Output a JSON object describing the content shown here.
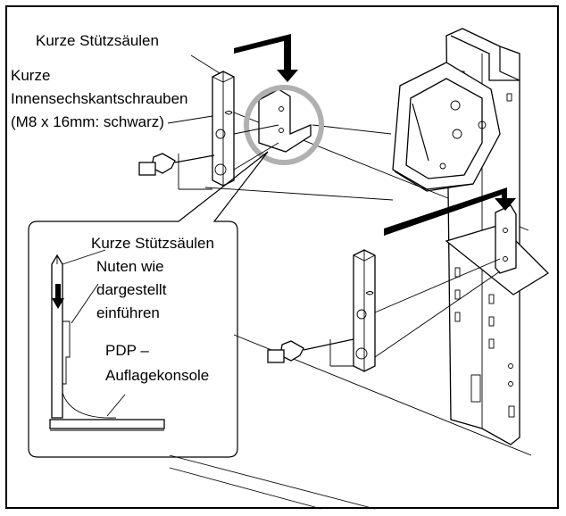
{
  "labels": {
    "short_pillars_top": "Kurze Stützsäulen",
    "screws_line1": "Kurze",
    "screws_line2": "Innensechskantschrauben",
    "screws_line3": "(M8 x 16mm: schwarz)",
    "short_pillars_inset": "Kurze Stützsäulen",
    "grooves_line1": "Nuten wie",
    "grooves_line2": "dargestellt",
    "grooves_line3": "einführen",
    "bracket_line1": "PDP –",
    "bracket_line2": "Auflagekonsole"
  },
  "colors": {
    "line": "#000000",
    "arrow": "#000000",
    "highlight_circle": "#b0b0b0",
    "background": "#ffffff"
  }
}
